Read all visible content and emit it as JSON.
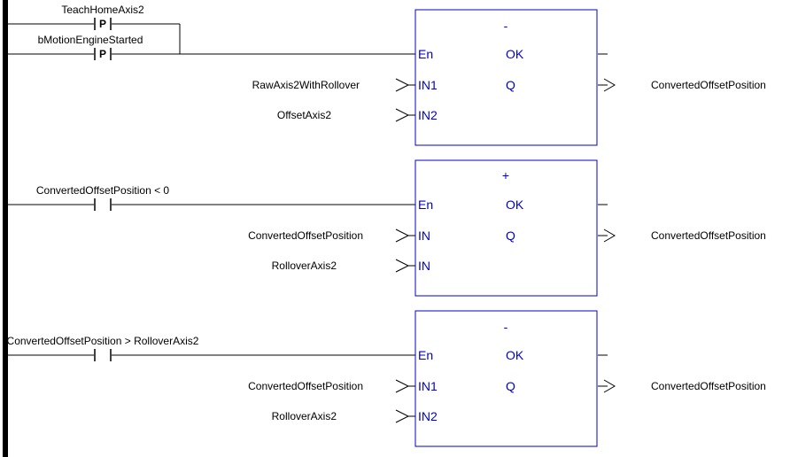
{
  "colors": {
    "wire": "#000000",
    "block_border": "#0000cc",
    "block_text": "#0000cc",
    "background": "#ffffff"
  },
  "rungs": [
    {
      "contacts": [
        {
          "variable": "TeachHomeAxis2",
          "type": "P"
        },
        {
          "variable": "bMotionEngineStarted",
          "type": "P"
        }
      ],
      "block": {
        "operator": "-",
        "en": "En",
        "ok": "OK",
        "q": "Q",
        "in_a": "IN1",
        "in_b": "IN2"
      },
      "input_a": "RawAxis2WithRollover",
      "input_b": "OffsetAxis2",
      "output": "ConvertedOffsetPosition"
    },
    {
      "contacts": [
        {
          "variable": "ConvertedOffsetPosition < 0",
          "type": ""
        }
      ],
      "block": {
        "operator": "+",
        "en": "En",
        "ok": "OK",
        "q": "Q",
        "in_a": "IN",
        "in_b": "IN"
      },
      "input_a": "ConvertedOffsetPosition",
      "input_b": "RolloverAxis2",
      "output": "ConvertedOffsetPosition"
    },
    {
      "contacts": [
        {
          "variable": "ConvertedOffsetPosition > RolloverAxis2",
          "type": ""
        }
      ],
      "block": {
        "operator": "-",
        "en": "En",
        "ok": "OK",
        "q": "Q",
        "in_a": "IN1",
        "in_b": "IN2"
      },
      "input_a": "ConvertedOffsetPosition",
      "input_b": "RolloverAxis2",
      "output": "ConvertedOffsetPosition"
    }
  ]
}
